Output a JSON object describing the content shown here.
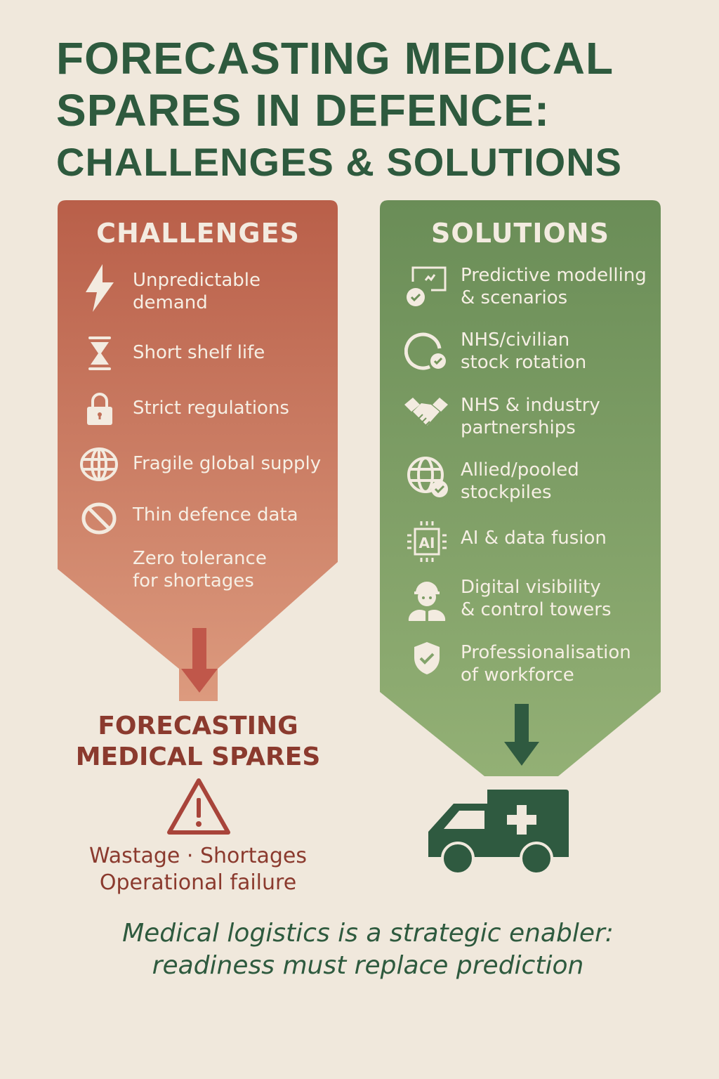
{
  "title": {
    "line1": "FORECASTING MEDICAL",
    "line2": "SPARES IN DEFENCE:",
    "line3": "CHALLENGES & SOLUTIONS"
  },
  "challenges": {
    "heading": "CHALLENGES",
    "items": [
      {
        "icon": "lightning-icon",
        "line1": "Unpredictable",
        "line2": "demand"
      },
      {
        "icon": "hourglass-icon",
        "line1": "Short shelf life",
        "line2": ""
      },
      {
        "icon": "lock-icon",
        "line1": "Strict regulations",
        "line2": ""
      },
      {
        "icon": "globe-icon",
        "line1": "Fragile global supply",
        "line2": ""
      },
      {
        "icon": "prohibited-icon",
        "line1": "Thin defence data",
        "line2": ""
      },
      {
        "icon": "",
        "line1": "Zero tolerance",
        "line2": "for shortages"
      }
    ]
  },
  "outcome": {
    "line1": "FORECASTING",
    "line2": "MEDICAL SPARES",
    "icon": "warning-icon",
    "sub1": "Wastage · Shortages",
    "sub2": "Operational failure"
  },
  "solutions": {
    "heading": "SOLUTIONS",
    "items": [
      {
        "icon": "chart-check-icon",
        "line1": "Predictive modelling",
        "line2": "& scenarios"
      },
      {
        "icon": "rotation-check-icon",
        "line1": "NHS/civilian",
        "line2": "stock rotation"
      },
      {
        "icon": "handshake-icon",
        "line1": "NHS & industry",
        "line2": "partnerships"
      },
      {
        "icon": "globe-check-icon",
        "line1": "Allied/pooled",
        "line2": "stockpiles"
      },
      {
        "icon": "ai-chip-icon",
        "line1": "AI & data fusion",
        "line2": ""
      },
      {
        "icon": "worker-icon",
        "line1": "Digital visibility",
        "line2": "& control towers"
      },
      {
        "icon": "shield-check-icon",
        "line1": "Professionalisation",
        "line2": "of workforce"
      }
    ],
    "ai_label": "AI"
  },
  "tagline": {
    "line1": "Medical logistics is a strategic enabler:",
    "line2": "readiness must replace prediction"
  },
  "colors": {
    "background": "#f0e8dc",
    "title": "#2e5a3e",
    "red_top": "#b95f49",
    "red_bottom": "#d9967a",
    "green_top": "#6a8d57",
    "green_bottom": "#8fad72",
    "dark_red": "#8b3a2e",
    "dark_green": "#2f5a40"
  }
}
